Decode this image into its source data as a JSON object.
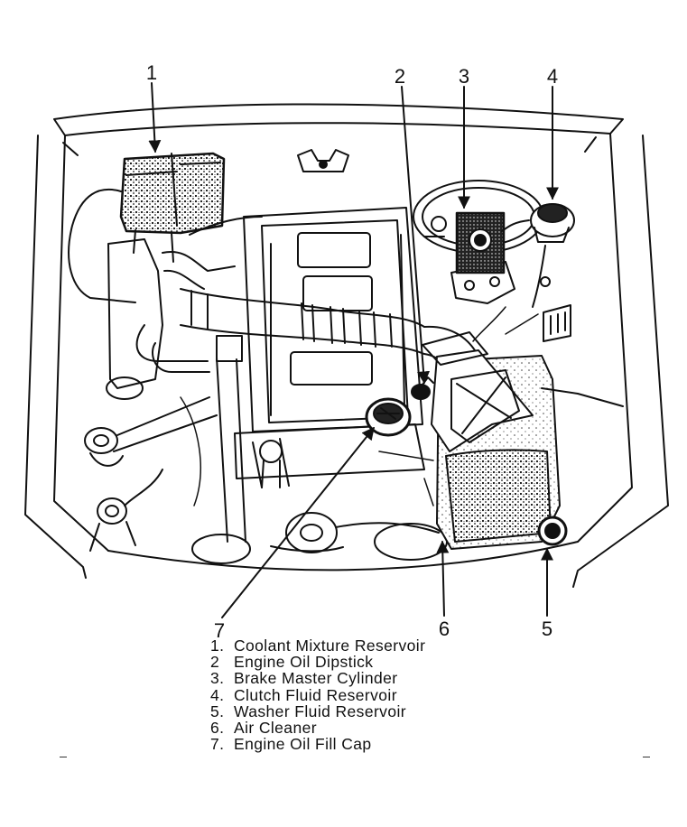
{
  "callouts": [
    {
      "number": "1",
      "component": "Coolant Mixture Reservoir"
    },
    {
      "number": "2",
      "component": "Engine Oil Dipstick"
    },
    {
      "number": "3",
      "component": "Brake Master Cylinder"
    },
    {
      "number": "4",
      "component": "Clutch Fluid Reservoir"
    },
    {
      "number": "5",
      "component": "Washer Fluid Reservoir"
    },
    {
      "number": "6",
      "component": "Air Cleaner"
    },
    {
      "number": "7",
      "component": "Engine Oil Fill Cap"
    }
  ],
  "legend": [
    {
      "num": "1.",
      "text": "Coolant Mixture Reservoir"
    },
    {
      "num": "2",
      "text": "Engine Oil Dipstick"
    },
    {
      "num": "3.",
      "text": "Brake Master Cylinder"
    },
    {
      "num": "4.",
      "text": "Clutch Fluid Reservoir"
    },
    {
      "num": "5.",
      "text": "Washer Fluid Reservoir"
    },
    {
      "num": "6.",
      "text": "Air Cleaner"
    },
    {
      "num": "7.",
      "text": "Engine Oil Fill Cap"
    }
  ]
}
